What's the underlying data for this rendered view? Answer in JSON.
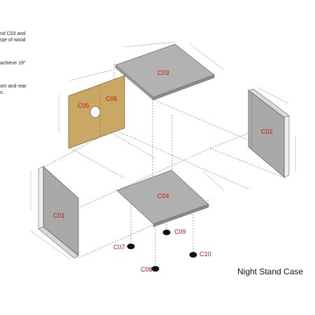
{
  "notes": {
    "line1": "nd C03 and",
    "line2": "rpe of wood",
    "line3": "achieve 19\"",
    "line4": "om and rear",
    "line5": "s."
  },
  "parts": {
    "c01": "C01",
    "c02": "C02",
    "c03": "C03",
    "c04": "C04",
    "c05": "C05",
    "c06": "C06",
    "c07": "C07",
    "c08": "C08",
    "c09": "C09",
    "c10": "C10"
  },
  "caption": "Night Stand Case",
  "colors": {
    "panel_gray": "#a9a9a9",
    "panel_wood": "#c9a764",
    "label_red": "#cc1111",
    "foot_black": "#111111"
  }
}
